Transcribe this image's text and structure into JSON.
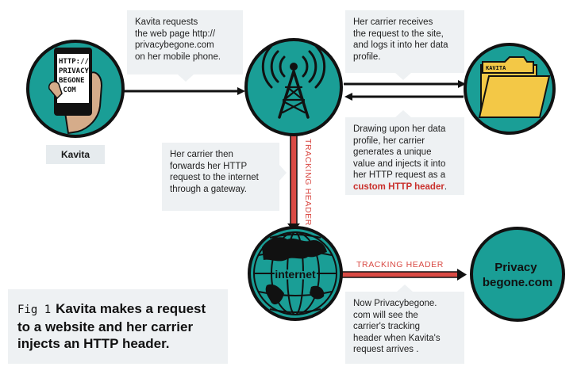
{
  "kavita": {
    "label": "Kavita",
    "phone_screen": [
      "HTTP://",
      "PRIVACY",
      "BEGONE",
      ".COM"
    ]
  },
  "callouts": {
    "request_lines": [
      "Kavita requests",
      "the web page http://",
      "privacybegone.com",
      "on her mobile phone."
    ],
    "carrier_receives_lines": [
      "Her carrier receives",
      "the request to the site,",
      "and logs it into her data",
      "profile."
    ],
    "profile_lines": [
      "Drawing upon her data",
      "profile, her carrier",
      "generates a unique",
      "value and injects it into",
      "her HTTP request as a"
    ],
    "profile_highlight": "custom HTTP header",
    "profile_end": ".",
    "forward_lines": [
      "Her carrier then",
      "forwards her HTTP",
      "request to the internet",
      "through a gateway."
    ],
    "arrival_lines": [
      "Now Privacybegone.",
      "com will see the",
      "carrier's tracking",
      "header when Kavita's",
      "request arrives ."
    ]
  },
  "folder": {
    "label": "KAVITA"
  },
  "internet": {
    "label": "internet"
  },
  "destination": {
    "label_lines": [
      "Privacy",
      "begone.com"
    ]
  },
  "tracking": {
    "vertical_label": "TRACKING HEADER",
    "horizontal_label": "TRACKING HEADER"
  },
  "caption": {
    "fig": "Fig 1",
    "text": "Kavita makes a request to a website and her carrier injects an HTTP header."
  },
  "colors": {
    "teal": "#1a9e96",
    "red": "#d94a44",
    "callout_bg": "#eef1f3",
    "folder": "#f3c846",
    "skin": "#d5ac8a"
  }
}
